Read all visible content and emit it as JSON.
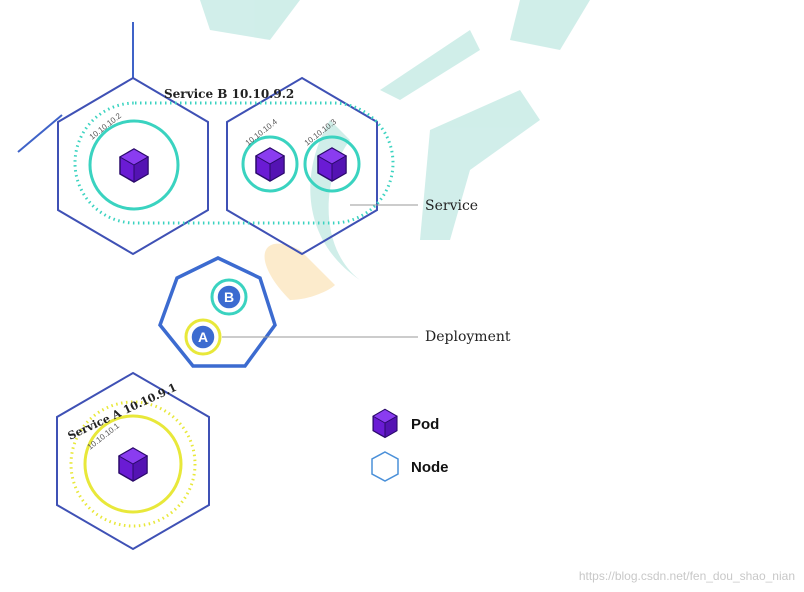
{
  "service_b": {
    "label": "Service B 10.10.9.2",
    "pod_ips": [
      "10.10.10.2",
      "10.10.10.4",
      "10.10.10.3"
    ]
  },
  "service_a": {
    "label": "Service A 10.10.9.1",
    "pod_ip": "10.10.10.1"
  },
  "deployment": {
    "version_a": "A",
    "version_b": "B"
  },
  "callouts": {
    "service": "Service",
    "deployment": "Deployment"
  },
  "legend": {
    "pod": "Pod",
    "node": "Node"
  },
  "watermark": "https://blog.csdn.net/fen_dou_shao_nian",
  "colors": {
    "node_stroke": "#3f51b5",
    "deployment_stroke": "#3c6bd0",
    "service_b_ring": "#3ad3c0",
    "service_a_ring": "#e8e83a",
    "pod_fill": "#6a1bd4",
    "callout_line": "#999999",
    "logo_teal": "#2fb3a0",
    "logo_orange": "#f2a81d"
  },
  "icons": [
    "pod-cube-icon",
    "node-hexagon-icon",
    "version-a-icon",
    "version-b-icon"
  ]
}
